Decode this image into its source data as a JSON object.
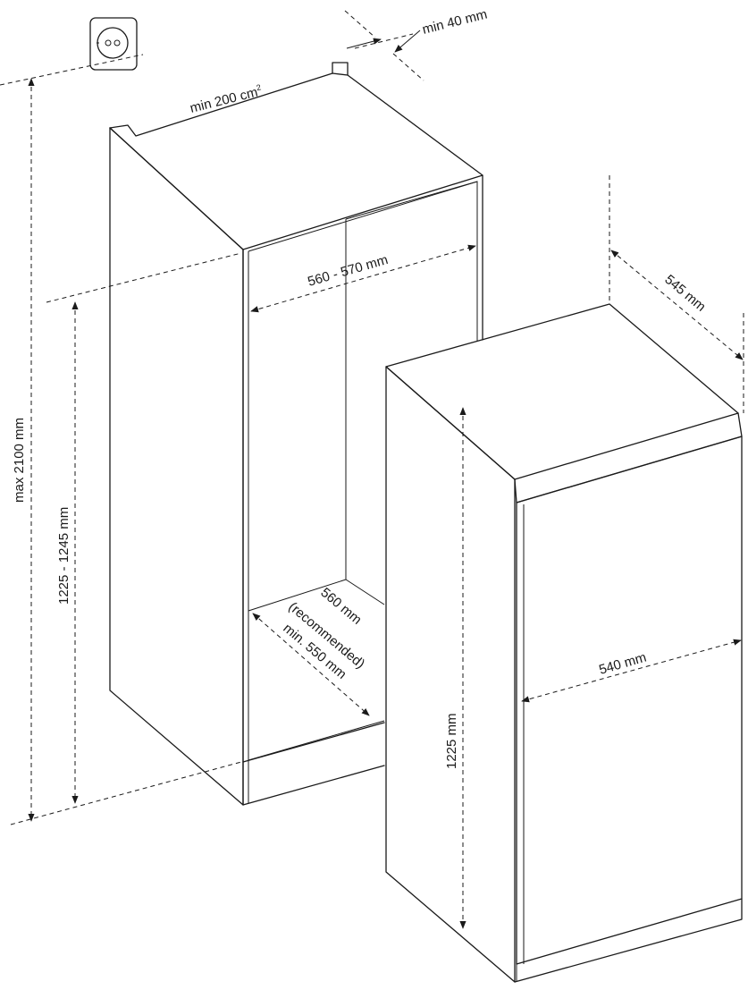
{
  "labels": {
    "min_40": "min 40 mm",
    "min_200": "min 200 cm",
    "min_200_sup": "2",
    "width_560_570": "560 - 570 mm",
    "max_2100": "max 2100 mm",
    "h_1225_1245": "1225 - 1245 mm",
    "depth_line1": "560 mm",
    "depth_line2": "(recommended)",
    "depth_line3": "min. 550 mm",
    "d_545": "545 mm",
    "w_540": "540 mm",
    "h_1225": "1225 mm"
  },
  "icons": {
    "socket": "power-socket-icon"
  }
}
